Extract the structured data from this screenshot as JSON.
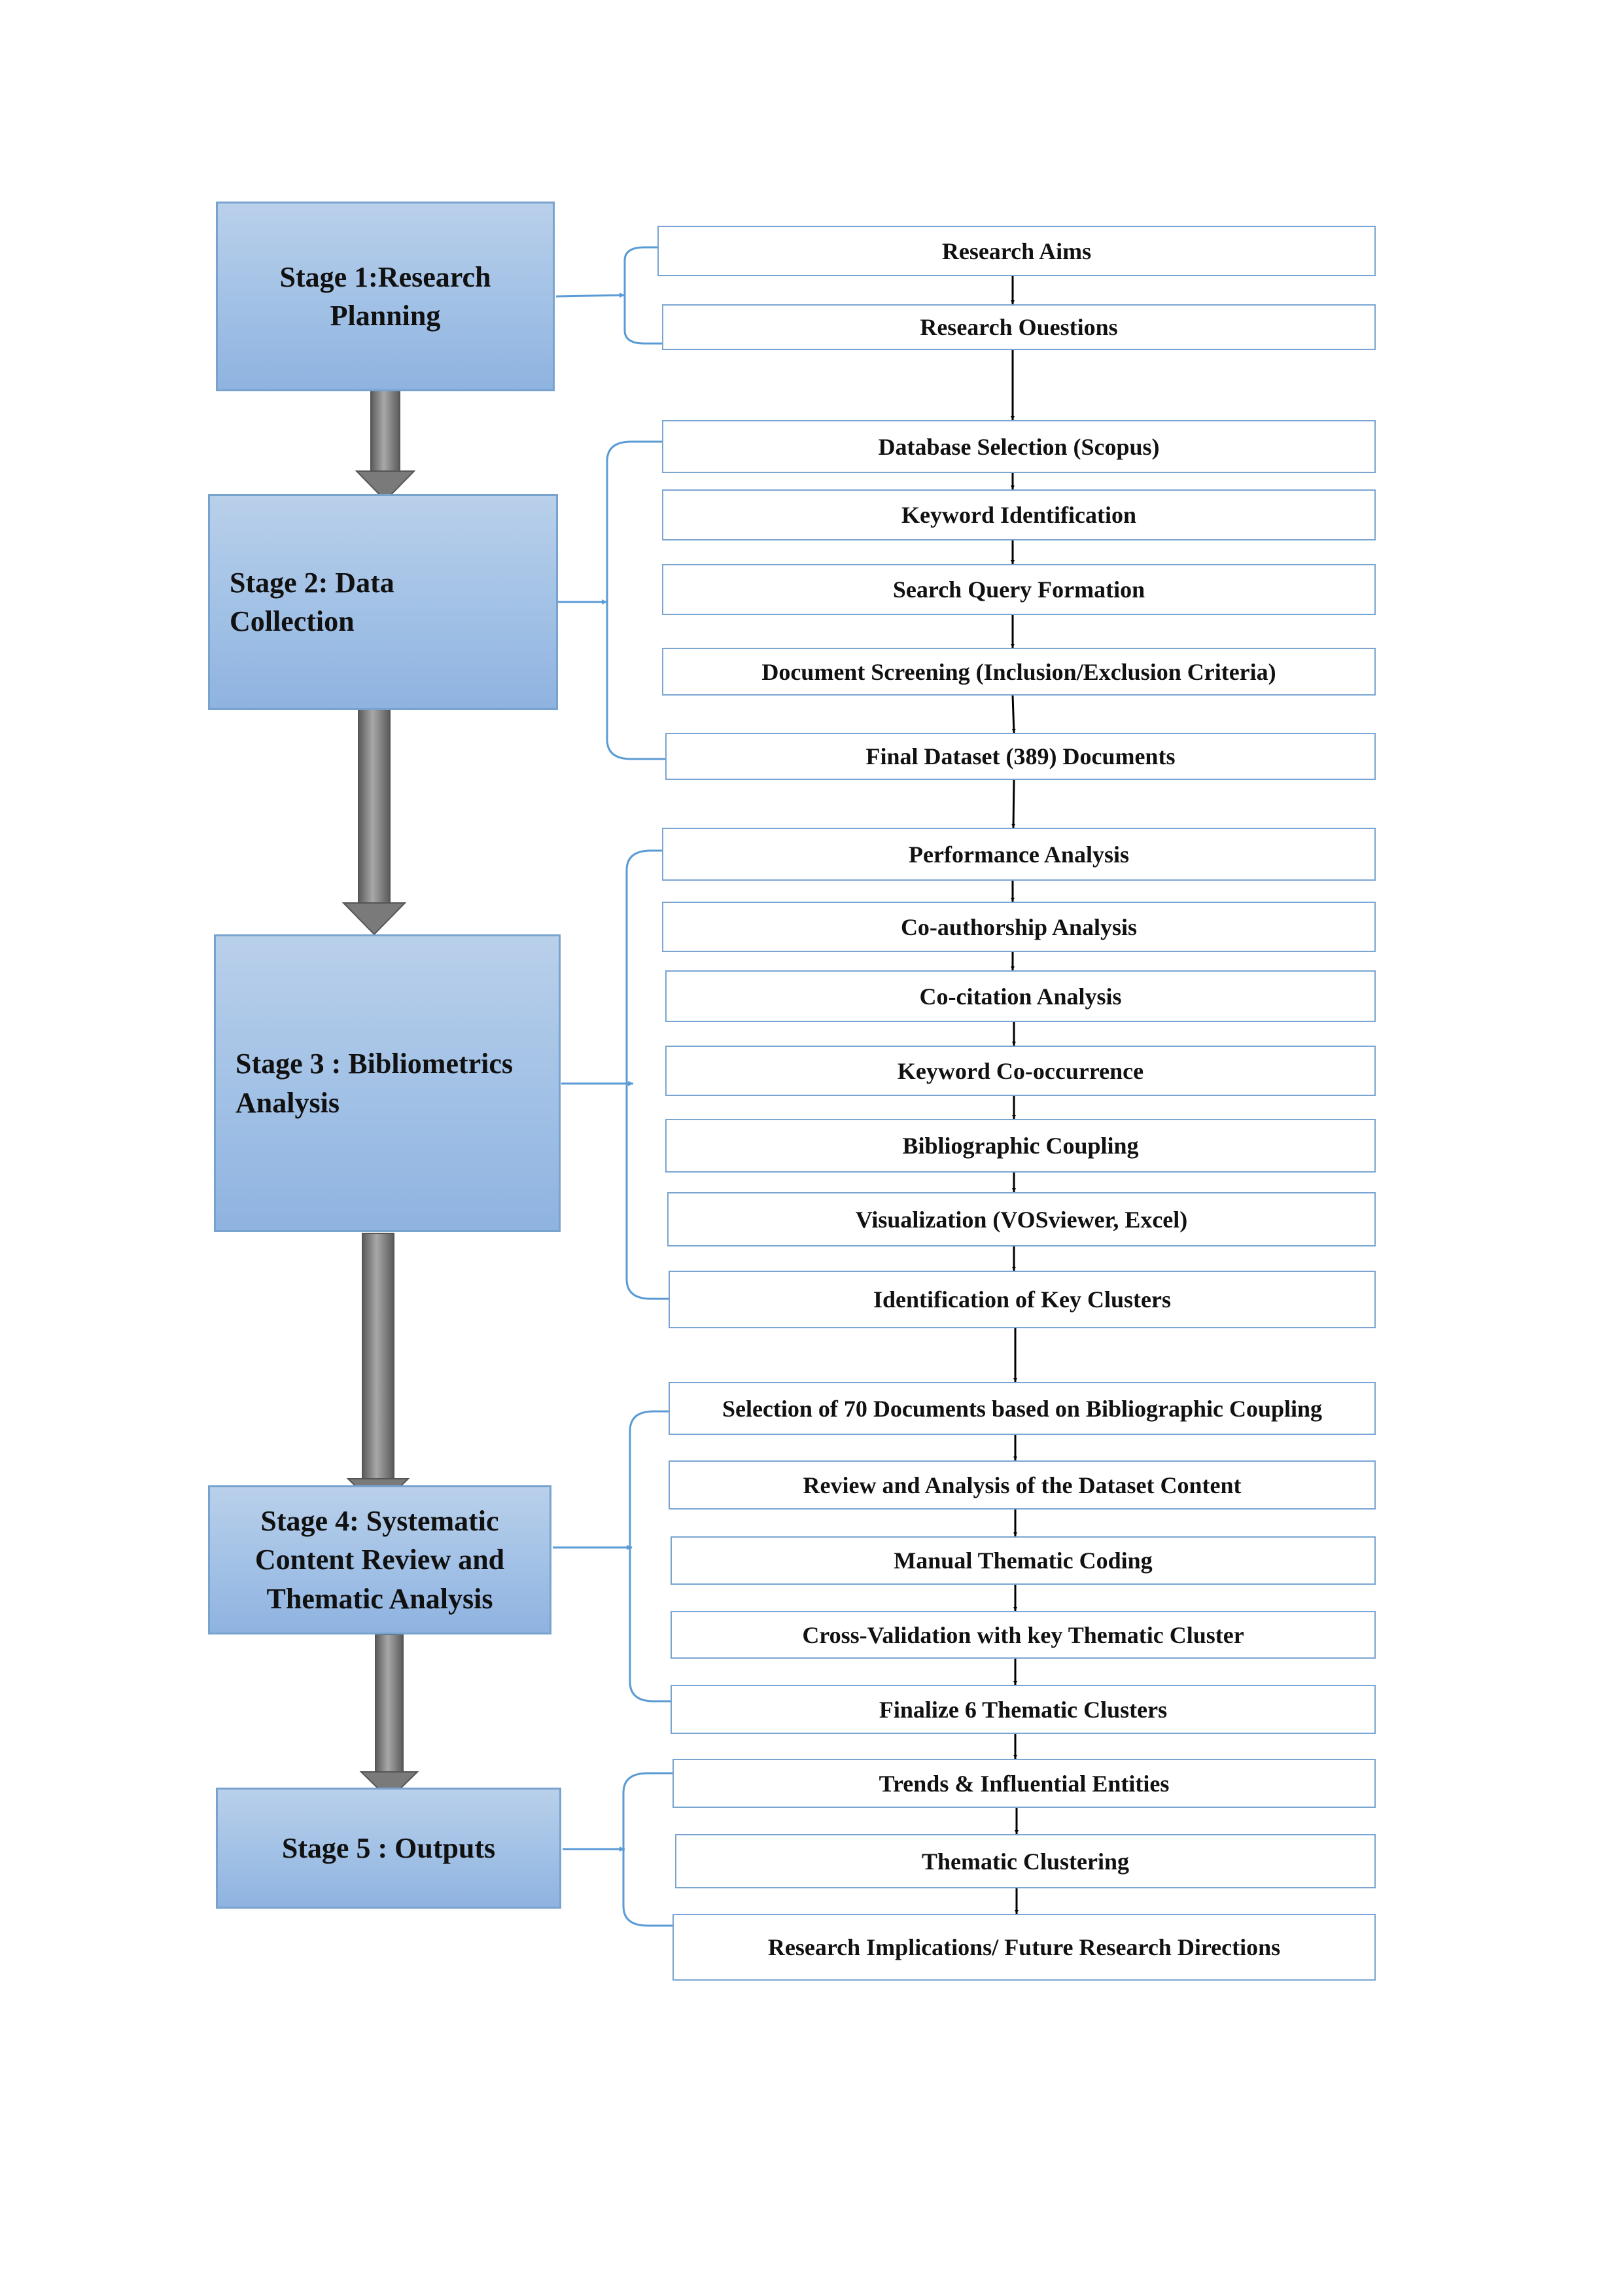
{
  "stages": [
    {
      "label": "Stage 1:Research\nPlanning"
    },
    {
      "label": "Stage 2: Data\nCollection"
    },
    {
      "label": "Stage 3 : Bibliometrics\nAnalysis"
    },
    {
      "label": "Stage 4: Systematic\nContent Review and\nThematic Analysis"
    },
    {
      "label": "Stage 5 : Outputs"
    }
  ],
  "steps": [
    {
      "label": "Research Aims"
    },
    {
      "label": "Research Ouestions"
    },
    {
      "label": "Database Selection (Scopus)"
    },
    {
      "label": "Keyword Identification"
    },
    {
      "label": "Search Query Formation"
    },
    {
      "label": "Document Screening (Inclusion/Exclusion Criteria)"
    },
    {
      "label": "Final Dataset  (389) Documents"
    },
    {
      "label": "Performance Analysis"
    },
    {
      "label": "Co-authorship Analysis"
    },
    {
      "label": "Co-citation Analysis"
    },
    {
      "label": "Keyword Co-occurrence"
    },
    {
      "label": "Bibliographic Coupling"
    },
    {
      "label": "Visualization (VOSviewer, Excel)"
    },
    {
      "label": "Identification of Key Clusters"
    },
    {
      "label": "Selection of 70 Documents based on Bibliographic Coupling"
    },
    {
      "label": "Review and Analysis of the Dataset Content"
    },
    {
      "label": "Manual Thematic Coding"
    },
    {
      "label": "Cross-Validation with key Thematic Cluster"
    },
    {
      "label": "Finalize 6 Thematic Clusters"
    },
    {
      "label": "Trends & Influential Entities"
    },
    {
      "label": "Thematic Clustering"
    },
    {
      "label": "Research Implications/ Future Research Directions"
    }
  ]
}
